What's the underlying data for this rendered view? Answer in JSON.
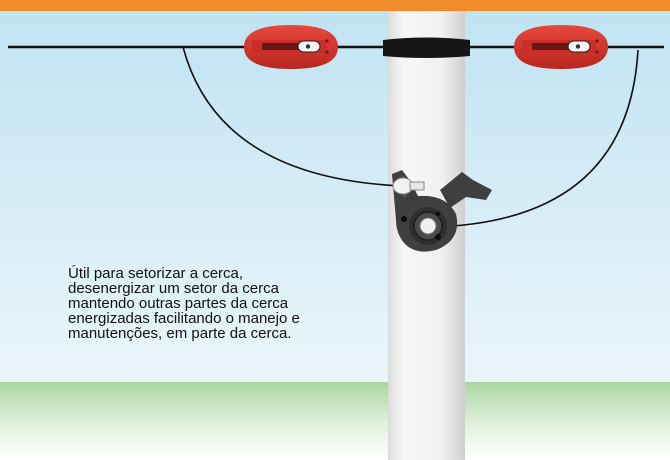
{
  "colors": {
    "top_bar": "#f08a2a",
    "sky_top": "#bfe3f2",
    "sky_bottom": "#f4f9fc",
    "grass": "#a9d6a0",
    "post": "#f3f3f3",
    "insulator": "#d9302a",
    "switch_body": "#3f3f41",
    "wire": "#111111"
  },
  "scene": {
    "objects": [
      "top-orange-bar",
      "sky-background",
      "grass-ground",
      "fence-post",
      "post-band",
      "top-wire",
      "left-insulator",
      "right-insulator",
      "left-jumper-wire",
      "right-jumper-wire",
      "sector-switch"
    ]
  },
  "caption": {
    "lines": [
      "Útil para setorizar a cerca,",
      "desenergizar um setor da cerca",
      "mantendo outras partes da cerca",
      "energizadas facilitando o manejo e",
      "manutenções, em parte da cerca."
    ]
  }
}
